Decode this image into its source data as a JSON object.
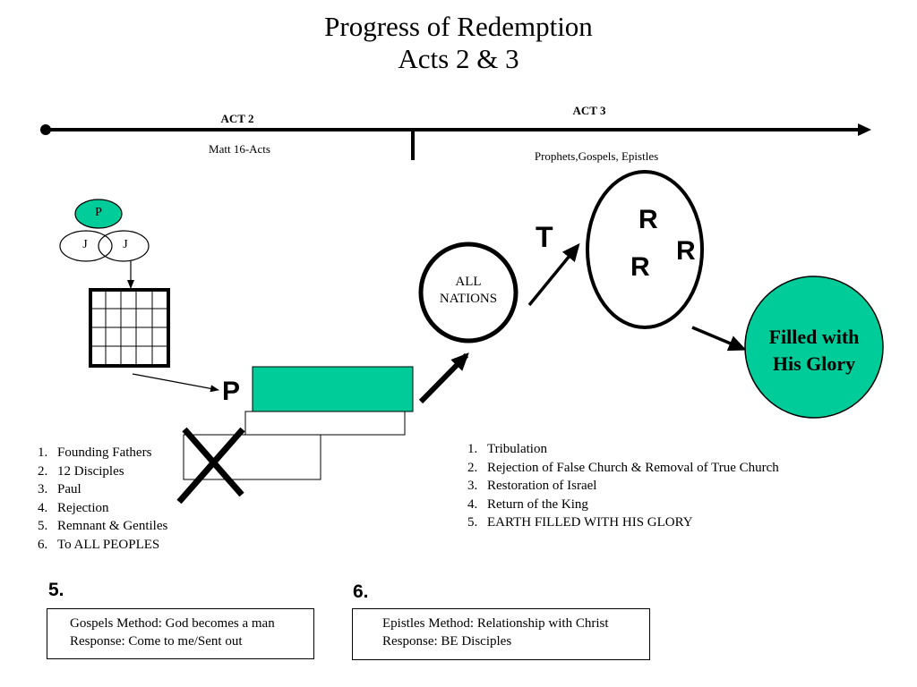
{
  "title": {
    "line1": "Progress of Redemption",
    "line2": "Acts 2 & 3"
  },
  "timeline": {
    "act2_label": "ACT 2",
    "act2_sub": "Matt 16-Acts",
    "act3_label": "ACT 3",
    "act3_sub": "Prophets,Gospels, Epistles"
  },
  "diagram": {
    "p_top": "P",
    "j_left": "J",
    "j_right": "J",
    "p_big": "P",
    "all_nations_line1": "ALL",
    "all_nations_line2": "NATIONS",
    "t_letter": "T",
    "r1": "R",
    "r2": "R",
    "r3": "R",
    "glory_line1": "Filled with",
    "glory_line2": "His Glory",
    "colors": {
      "teal": "#00cc99",
      "ink": "#000000"
    }
  },
  "act2_list": [
    {
      "num": "1.",
      "text": "Founding Fathers"
    },
    {
      "num": "2.",
      "text": "12 Disciples"
    },
    {
      "num": "3.",
      "text": "Paul"
    },
    {
      "num": "4.",
      "text": "Rejection"
    },
    {
      "num": "5.",
      "text": "Remnant & Gentiles"
    },
    {
      "num": "6.",
      "text": "To ALL PEOPLES"
    }
  ],
  "act3_list": [
    {
      "num": "1.",
      "text": "Tribulation"
    },
    {
      "num": "2.",
      "text": "Rejection of False Church & Removal of True Church"
    },
    {
      "num": "3.",
      "text": "Restoration of Israel"
    },
    {
      "num": "4.",
      "text": "Return of the King"
    },
    {
      "num": "5.",
      "text": "EARTH FILLED WITH HIS GLORY"
    }
  ],
  "box5": {
    "number": "5.",
    "line1": "Gospels Method: God becomes a man",
    "line2": "Response: Come to me/Sent out"
  },
  "box6": {
    "number": "6.",
    "line1": "Epistles Method: Relationship with Christ",
    "line2": "Response: BE Disciples"
  }
}
